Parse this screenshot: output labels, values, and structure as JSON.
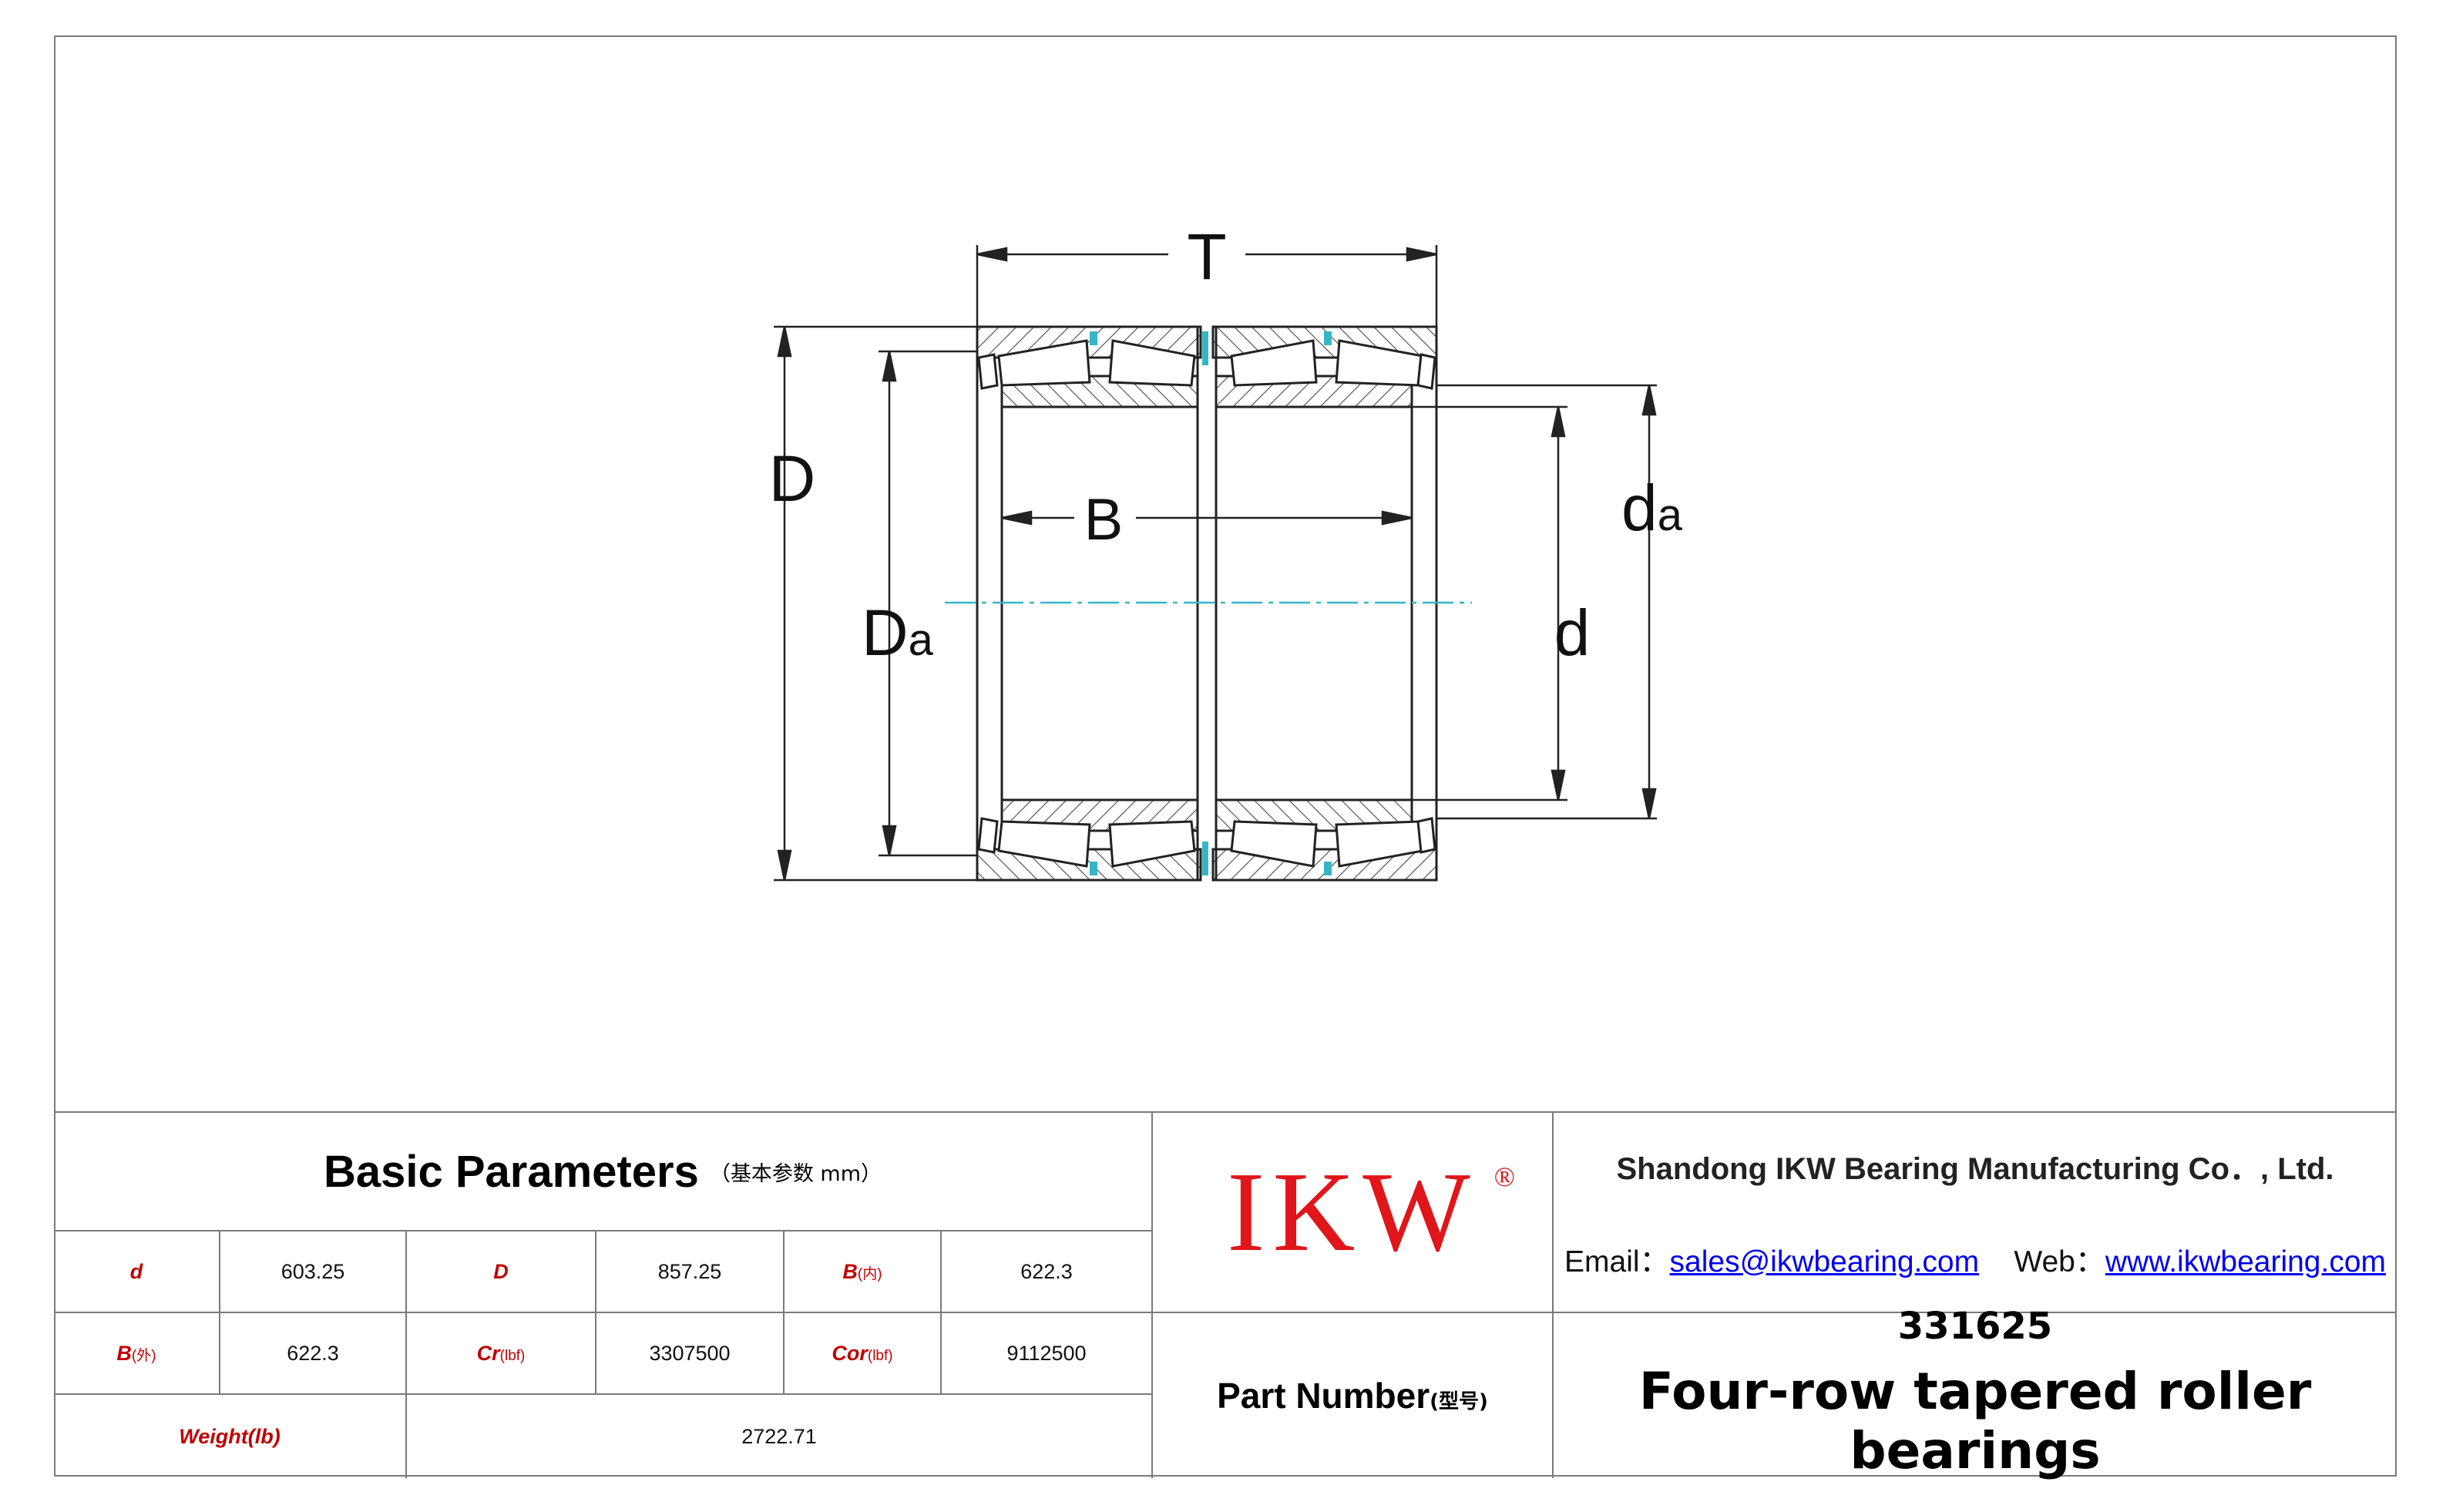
{
  "drawing": {
    "labels": {
      "T": "T",
      "D": "D",
      "B": "B",
      "Da_main": "D",
      "Da_sub": "a",
      "da_main": "d",
      "da_sub": "a",
      "d": "d"
    }
  },
  "parameters": {
    "title": "Basic Parameters",
    "title_note": "（基本参数 mm）",
    "rows": [
      [
        {
          "label": "d",
          "sub": ""
        },
        "603.25",
        {
          "label": "D",
          "sub": ""
        },
        "857.25",
        {
          "label": "B",
          "sub": "(内)"
        },
        "622.3"
      ],
      [
        {
          "label": "B",
          "sub": "(外)"
        },
        "622.3",
        {
          "label": "Cr",
          "sub": "(lbf)"
        },
        "3307500",
        {
          "label": "Cor",
          "sub": "(lbf)"
        },
        "9112500"
      ]
    ],
    "weight_label": "Weight(lb)",
    "weight_value": "2722.71"
  },
  "brand": {
    "logo": "IKW",
    "registered": "®",
    "logo_color": "#e0161a"
  },
  "company": {
    "name": "Shandong IKW Bearing Manufacturing Co．, Ltd.",
    "email_label": "Email：",
    "email": "sales@ikwbearing.com",
    "web_label": "Web：",
    "web": "www.ikwbearing.com"
  },
  "part": {
    "label": "Part Number",
    "label_note": "(型号)",
    "number": "331625",
    "description": "Four-row tapered roller bearings"
  }
}
